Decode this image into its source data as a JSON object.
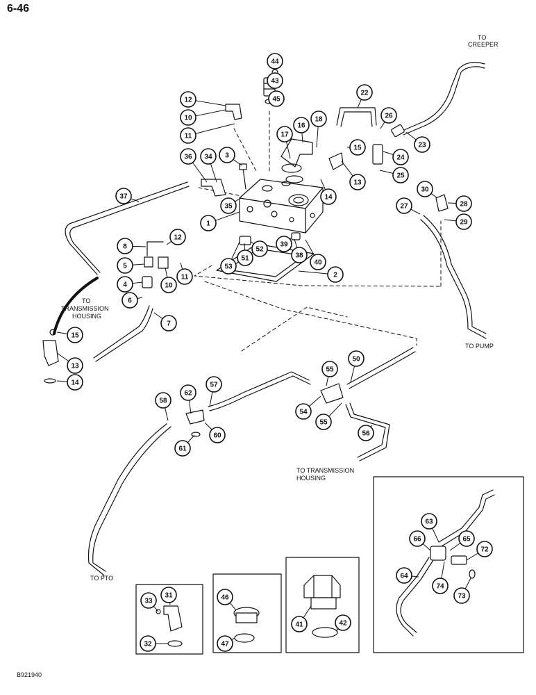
{
  "page": {
    "number": "6-46",
    "figure_code": "B921940"
  },
  "labels": {
    "to_creeper_1": "TO",
    "to_creeper_2": "CREEPER",
    "to_pump": "TO PUMP",
    "to_trans_1": "TO",
    "to_trans_2": "TRANSMISSION",
    "to_trans_3": "HOUSING",
    "to_trans2_1": "TO TRANSMISSION",
    "to_trans2_2": "HOUSING",
    "to_pto": "TO PTO"
  },
  "callouts": [
    {
      "id": "c44",
      "label": "44"
    },
    {
      "id": "c43",
      "label": "43"
    },
    {
      "id": "c45",
      "label": "45"
    },
    {
      "id": "c12a",
      "label": "12"
    },
    {
      "id": "c10a",
      "label": "10"
    },
    {
      "id": "c11a",
      "label": "11"
    },
    {
      "id": "c22",
      "label": "22"
    },
    {
      "id": "c26",
      "label": "26"
    },
    {
      "id": "c23",
      "label": "23"
    },
    {
      "id": "c18",
      "label": "18"
    },
    {
      "id": "c16",
      "label": "16"
    },
    {
      "id": "c17",
      "label": "17"
    },
    {
      "id": "c15a",
      "label": "15"
    },
    {
      "id": "c24",
      "label": "24"
    },
    {
      "id": "c25",
      "label": "25"
    },
    {
      "id": "c36",
      "label": "36"
    },
    {
      "id": "c34",
      "label": "34"
    },
    {
      "id": "c3",
      "label": "3"
    },
    {
      "id": "c13a",
      "label": "13"
    },
    {
      "id": "c14a",
      "label": "14"
    },
    {
      "id": "c37",
      "label": "37"
    },
    {
      "id": "c30",
      "label": "30"
    },
    {
      "id": "c28",
      "label": "28"
    },
    {
      "id": "c27",
      "label": "27"
    },
    {
      "id": "c29",
      "label": "29"
    },
    {
      "id": "c35",
      "label": "35"
    },
    {
      "id": "c1",
      "label": "1"
    },
    {
      "id": "c12b",
      "label": "12"
    },
    {
      "id": "c8",
      "label": "8"
    },
    {
      "id": "c52",
      "label": "52"
    },
    {
      "id": "c39",
      "label": "39"
    },
    {
      "id": "c38",
      "label": "38"
    },
    {
      "id": "c5",
      "label": "5"
    },
    {
      "id": "c53",
      "label": "53"
    },
    {
      "id": "c51",
      "label": "51"
    },
    {
      "id": "c40",
      "label": "40"
    },
    {
      "id": "c11b",
      "label": "11"
    },
    {
      "id": "c10b",
      "label": "10"
    },
    {
      "id": "c4",
      "label": "4"
    },
    {
      "id": "c2",
      "label": "2"
    },
    {
      "id": "c6",
      "label": "6"
    },
    {
      "id": "c7",
      "label": "7"
    },
    {
      "id": "c15b",
      "label": "15"
    },
    {
      "id": "c13b",
      "label": "13"
    },
    {
      "id": "c14b",
      "label": "14"
    },
    {
      "id": "c50",
      "label": "50"
    },
    {
      "id": "c55a",
      "label": "55"
    },
    {
      "id": "c62",
      "label": "62"
    },
    {
      "id": "c57",
      "label": "57"
    },
    {
      "id": "c58",
      "label": "58"
    },
    {
      "id": "c54",
      "label": "54"
    },
    {
      "id": "c55b",
      "label": "55"
    },
    {
      "id": "c60",
      "label": "60"
    },
    {
      "id": "c61",
      "label": "61"
    },
    {
      "id": "c56",
      "label": "56"
    },
    {
      "id": "c63",
      "label": "63"
    },
    {
      "id": "c66",
      "label": "66"
    },
    {
      "id": "c65",
      "label": "65"
    },
    {
      "id": "c72",
      "label": "72"
    },
    {
      "id": "c64",
      "label": "64"
    },
    {
      "id": "c74",
      "label": "74"
    },
    {
      "id": "c73",
      "label": "73"
    },
    {
      "id": "c33",
      "label": "33"
    },
    {
      "id": "c31",
      "label": "31"
    },
    {
      "id": "c32",
      "label": "32"
    },
    {
      "id": "c46",
      "label": "46"
    },
    {
      "id": "c47",
      "label": "47"
    },
    {
      "id": "c41",
      "label": "41"
    },
    {
      "id": "c42",
      "label": "42"
    }
  ]
}
